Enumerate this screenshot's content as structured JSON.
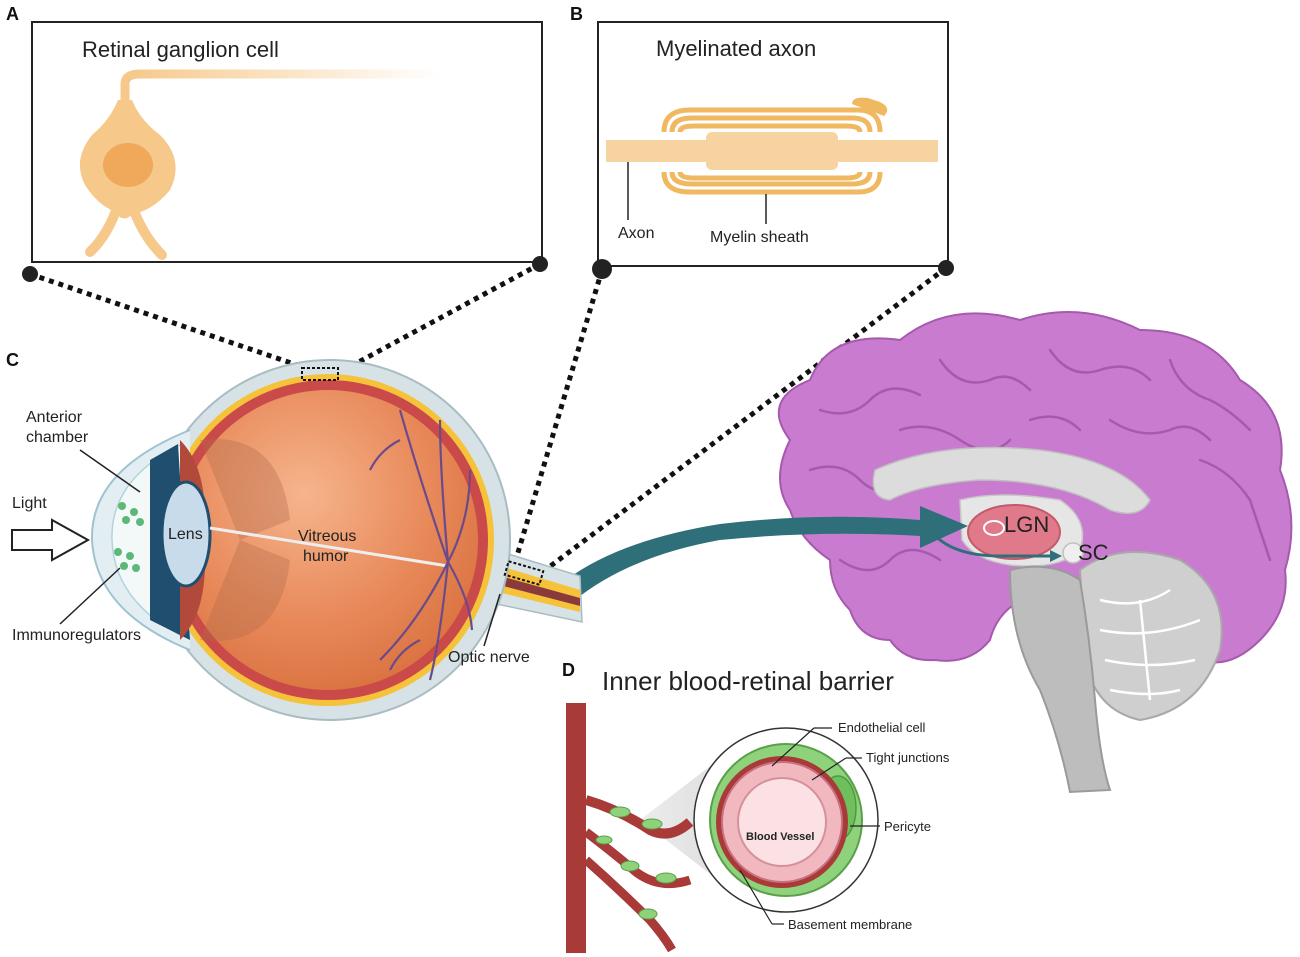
{
  "panels": {
    "a": "A",
    "b": "B",
    "c": "C",
    "d": "D"
  },
  "panel_a": {
    "title": "Retinal ganglion cell"
  },
  "panel_b": {
    "title": "Myelinated axon",
    "axon_label": "Axon",
    "sheath_label": "Myelin sheath"
  },
  "panel_c": {
    "anterior_chamber": [
      "Anterior",
      "chamber"
    ],
    "light": "Light",
    "lens": "Lens",
    "vitreous": [
      "Vitreous",
      "humor"
    ],
    "immunoregulators": "Immunoregulators",
    "optic_nerve": "Optic nerve",
    "lgn": "LGN",
    "sc": "SC"
  },
  "panel_d": {
    "title": "Inner blood-retinal barrier",
    "endothelial": "Endothelial cell",
    "tight_junctions": "Tight junctions",
    "pericyte": "Pericyte",
    "blood_vessel": "Blood Vessel",
    "basement": "Basement membrane"
  },
  "colors": {
    "cell": "#f6c88a",
    "myelin": "#f0b860",
    "brain": "#c97bd0",
    "eye": "#e8895a",
    "sclera": "#d6e2e6",
    "vessel": "#a83a38",
    "arrow": "#2f6f7a",
    "lgn": "#e07a8a",
    "pericyte": "#8fd27c"
  }
}
